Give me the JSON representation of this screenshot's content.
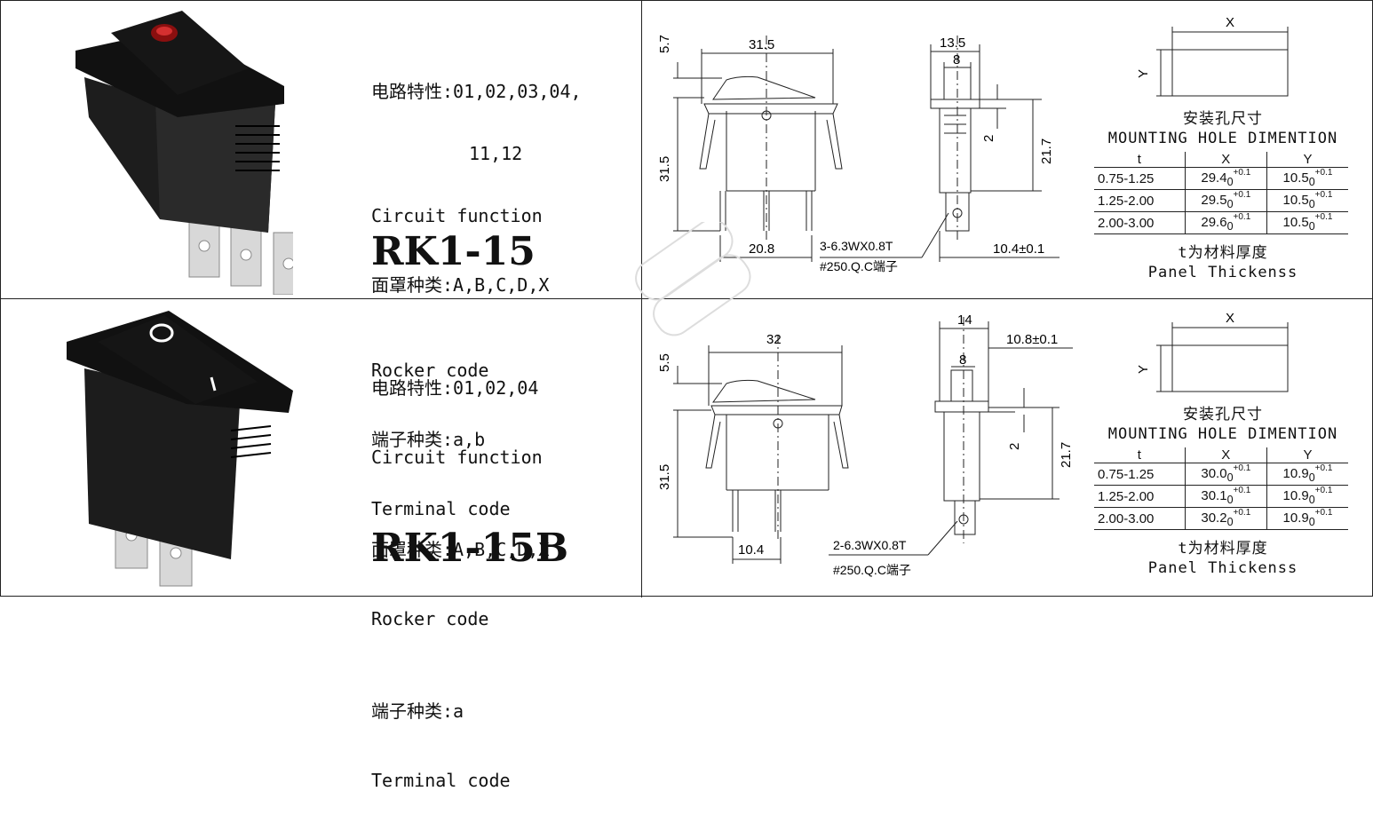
{
  "rows": [
    {
      "circuit_label": "电路特性:01,02,03,04,",
      "circuit_label_cont": "11,12",
      "circuit_en": "Circuit function",
      "rocker_label": "面罩种类:A,B,C,D,X",
      "rocker_en": "Rocker code",
      "terminal_label": "端子种类:a,b",
      "terminal_en": "Terminal code",
      "model": "RK1-15",
      "dims": {
        "top": "5.7",
        "width": "31.5",
        "height": "31.5",
        "pitch": "20.8",
        "side_w": "13.5",
        "side_inner": "8",
        "side_h": "21.7",
        "side_small": "2",
        "terminal_depth": "10.4±0.1",
        "terminal_note1": "3-6.3WX0.8T",
        "terminal_note2": "#250.Q.C端子"
      },
      "mount": {
        "x": "X",
        "y": "Y",
        "cap_cn": "安装孔尺寸",
        "cap_en": "MOUNTING HOLE DIMENTION",
        "headers": [
          "t",
          "X",
          "Y"
        ],
        "rows": [
          {
            "t": "0.75-1.25",
            "x": "29.4",
            "y": "10.5"
          },
          {
            "t": "1.25-2.00",
            "x": "29.5",
            "y": "10.5"
          },
          {
            "t": "2.00-3.00",
            "x": "29.6",
            "y": "10.5"
          }
        ],
        "tol_sub": "0",
        "tol_sup": "+0.1",
        "foot_cn": "t为材料厚度",
        "foot_en": "Panel Thickenss"
      }
    },
    {
      "circuit_label": "电路特性:01,02,04",
      "circuit_en": "Circuit function",
      "rocker_label": "面罩种类:A,B,C,D,X",
      "rocker_en": "Rocker code",
      "terminal_label": "端子种类:a",
      "terminal_en": "Terminal code",
      "model": "RK1-15B",
      "dims": {
        "top": "5.5",
        "width": "32",
        "height": "31.5",
        "pitch": "10.4",
        "side_w": "14",
        "side_inner": "8",
        "side_h": "21.7",
        "side_small": "2",
        "terminal_depth": "10.8±0.1",
        "terminal_note1": "2-6.3WX0.8T",
        "terminal_note2": "#250.Q.C端子"
      },
      "mount": {
        "x": "X",
        "y": "Y",
        "cap_cn": "安装孔尺寸",
        "cap_en": "MOUNTING HOLE DIMENTION",
        "headers": [
          "t",
          "X",
          "Y"
        ],
        "rows": [
          {
            "t": "0.75-1.25",
            "x": "30.0",
            "y": "10.9"
          },
          {
            "t": "1.25-2.00",
            "x": "30.1",
            "y": "10.9"
          },
          {
            "t": "2.00-3.00",
            "x": "30.2",
            "y": "10.9"
          }
        ],
        "tol_sub": "0",
        "tol_sup": "+0.1",
        "foot_cn": "t为材料厚度",
        "foot_en": "Panel Thickenss"
      }
    }
  ]
}
